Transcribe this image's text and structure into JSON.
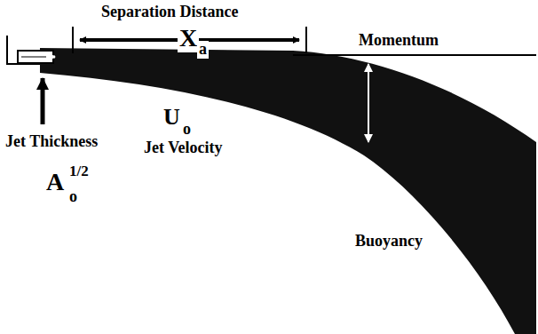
{
  "diagram": {
    "labels": [
      "Separation Distance",
      "X",
      "a",
      "Momentum",
      "U",
      "o",
      "Jet Thickness",
      "Jet Velocity",
      "A",
      "1/2",
      "o",
      "Buoyancy"
    ]
  }
}
